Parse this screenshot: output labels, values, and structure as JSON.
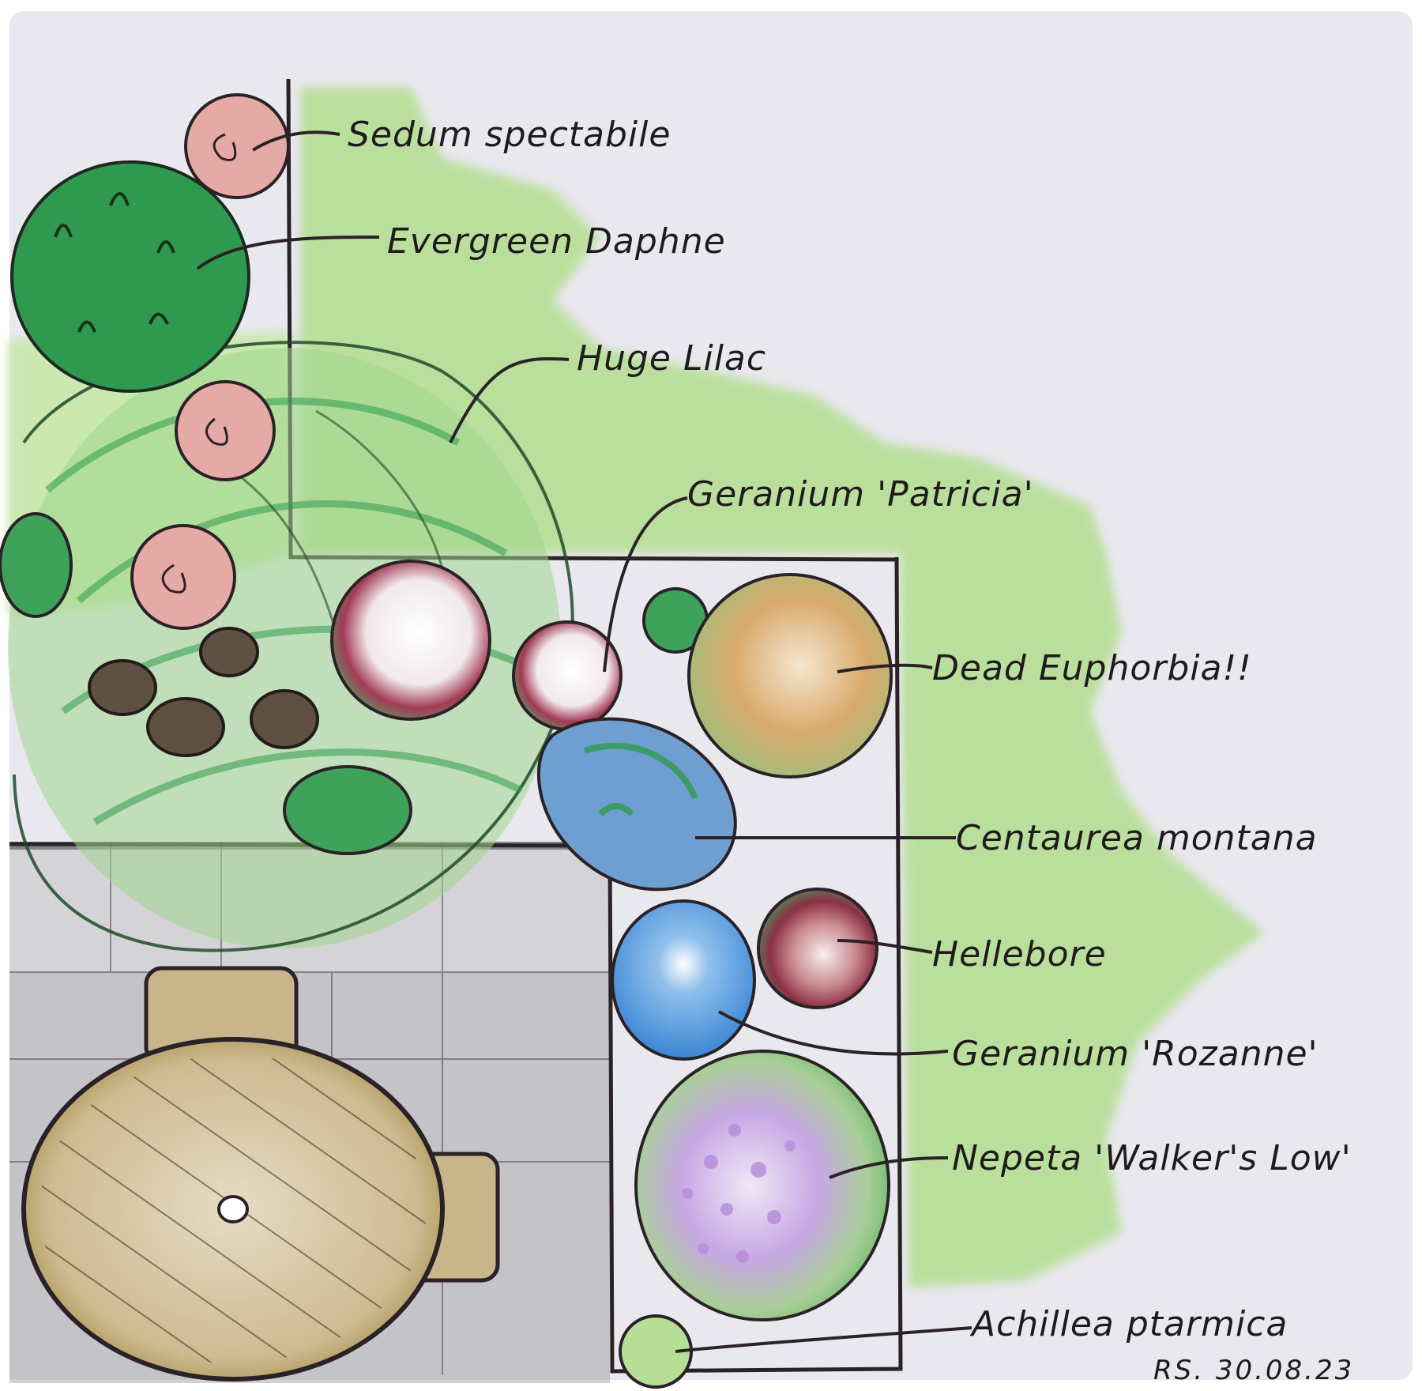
{
  "labels": {
    "sedum": "Sedum spectabile",
    "daphne": "Evergreen Daphne",
    "lilac": "Huge Lilac",
    "geranium_patricia": "Geranium 'Patricia'",
    "euphorbia": "Dead Euphorbia!!",
    "centaurea": "Centaurea montana",
    "hellebore": "Hellebore",
    "geranium_rozanne": "Geranium 'Rozanne'",
    "nepeta": "Nepeta 'Walker's Low'",
    "achillea": "Achillea ptarmica"
  },
  "signature": "RS. 30.08.23",
  "colors": {
    "paper": "#e9e8ef",
    "lawn": "#b6df95",
    "evergreen": "#2f9a4f",
    "sedum_pink": "#e6aaa6",
    "euphorbia_orange": "#d8a86a",
    "centaurea_blue": "#6e9fd0",
    "rozanne_blue": "#4b93d8",
    "hellebore_red": "#9a3a4a",
    "nepeta_purple": "#bda0e0",
    "patio_grey": "#a6a6a6",
    "table_tan": "#c8b58a",
    "ink": "#2a2226"
  }
}
